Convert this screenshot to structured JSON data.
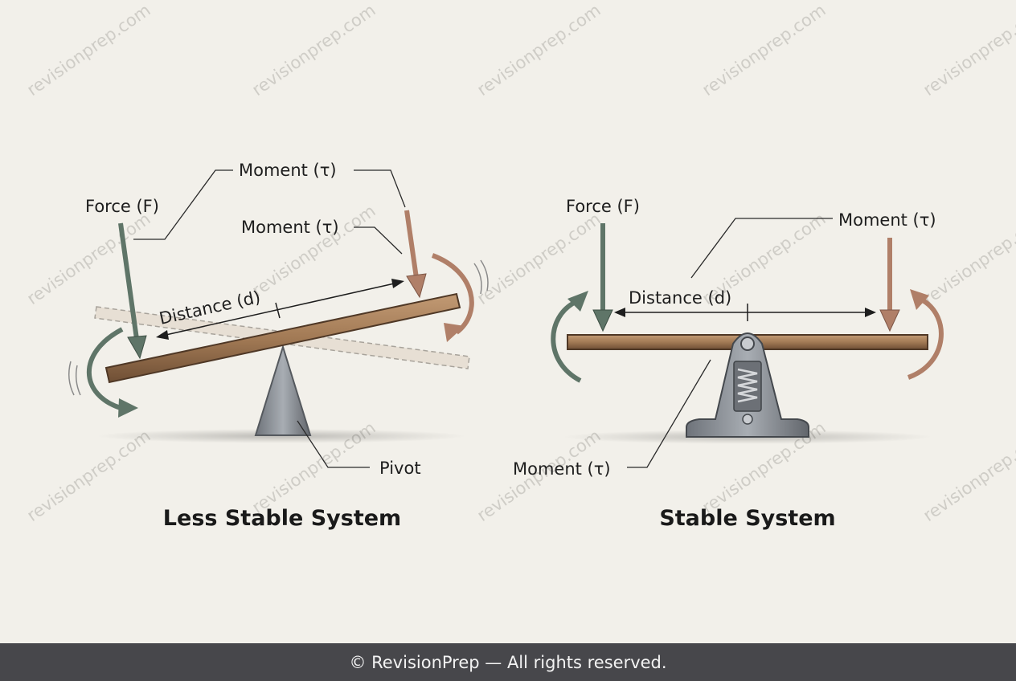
{
  "left_panel": {
    "title": "Less Stable System",
    "labels": {
      "force": "Force (F)",
      "moment_top": "Moment (τ)",
      "moment_mid": "Moment (τ)",
      "distance": "Distance (d)",
      "pivot": "Pivot"
    }
  },
  "right_panel": {
    "title": "Stable System",
    "labels": {
      "force": "Force (F)",
      "moment_top": "Moment (τ)",
      "distance": "Distance (d)",
      "moment_bottom": "Moment (τ)"
    }
  },
  "watermark": "revisionprep.com",
  "footer": "© RevisionPrep — All rights reserved.",
  "colors": {
    "background": "#f2f0ea",
    "force_arrow": "#5f7568",
    "moment_arrow": "#b07f68",
    "beam": "#a27a55",
    "support": "#8a8f96",
    "footer": "#47474b"
  }
}
